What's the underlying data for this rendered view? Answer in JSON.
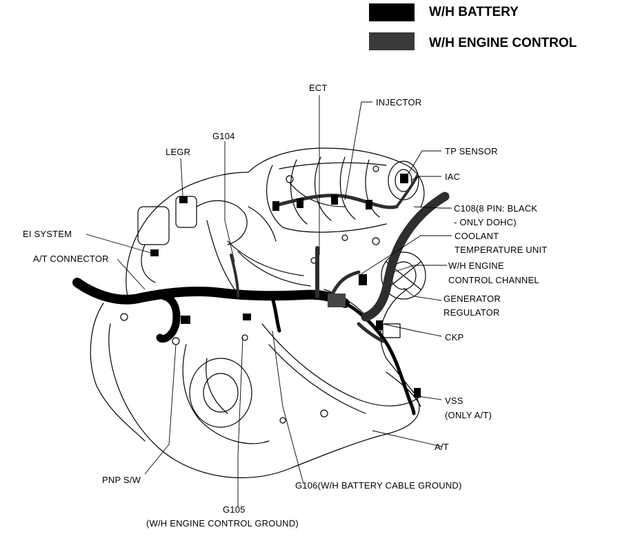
{
  "legend": {
    "items": [
      {
        "label": "W/H BATTERY",
        "color": "#000000"
      },
      {
        "label": "W/H ENGINE CONTROL",
        "color": "#3a3a3a"
      }
    ]
  },
  "labels": {
    "ect": "ECT",
    "injector": "INJECTOR",
    "g104": "G104",
    "legr": "LEGR",
    "tp_sensor": "TP SENSOR",
    "iac": "IAC",
    "c108_line1": "C108(8 PIN: BLACK",
    "c108_line2": "- ONLY DOHC)",
    "ei_system": "EI SYSTEM",
    "coolant_line1": "COOLANT",
    "coolant_line2": "TEMPERATURE UNIT",
    "at_connector": "A/T CONNECTOR",
    "wh_channel_line1": "W/H ENGINE",
    "wh_channel_line2": "CONTROL CHANNEL",
    "generator_line1": "GENERATOR",
    "generator_line2": "REGULATOR",
    "ckp": "CKP",
    "vss_line1": "VSS",
    "vss_line2": "(ONLY A/T)",
    "at": "A/T",
    "pnp": "PNP S/W",
    "g106": "G106(W/H BATTERY CABLE GROUND)",
    "g105_line1": "G105",
    "g105_line2": "(W/H ENGINE CONTROL GROUND)"
  }
}
